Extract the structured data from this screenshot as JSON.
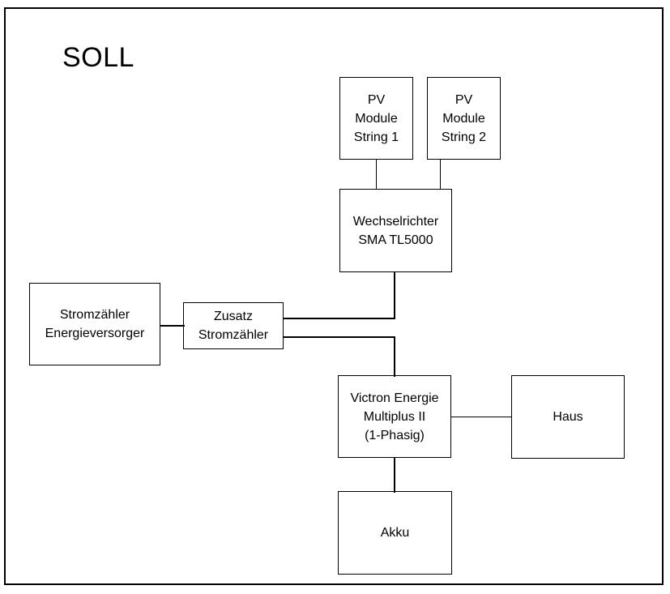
{
  "title": "SOLL",
  "diagram": {
    "nodes": [
      {
        "id": "pv-module-string-1",
        "label": "PV\nModule\nString 1"
      },
      {
        "id": "pv-module-string-2",
        "label": "PV\nModule\nString 2"
      },
      {
        "id": "wechselrichter",
        "label": "Wechselrichter\nSMA TL5000"
      },
      {
        "id": "stromzaehler-energieversorger",
        "label": "Stromzähler\nEnergieversorger"
      },
      {
        "id": "zusatz-stromzaehler",
        "label": "Zusatz\nStromzähler"
      },
      {
        "id": "victron-multiplus",
        "label": "Victron Energie\nMultiplus II\n(1-Phasig)"
      },
      {
        "id": "haus",
        "label": "Haus"
      },
      {
        "id": "akku",
        "label": "Akku"
      }
    ],
    "connections": [
      "pv-module-string-1 -> wechselrichter",
      "pv-module-string-2 -> wechselrichter",
      "wechselrichter -> zusatz-stromzaehler",
      "stromzaehler-energieversorger -> zusatz-stromzaehler",
      "zusatz-stromzaehler -> victron-multiplus",
      "victron-multiplus -> haus",
      "victron-multiplus -> akku"
    ],
    "colors": {
      "stroke": "#000000",
      "fill": "#ffffff",
      "text": "#000000",
      "background": "#ffffff"
    }
  }
}
